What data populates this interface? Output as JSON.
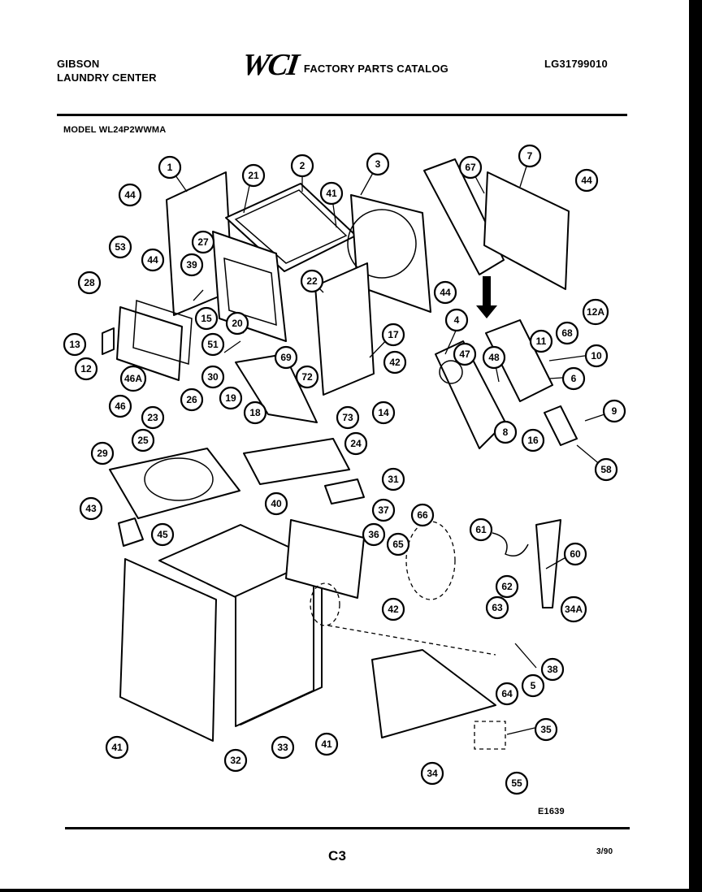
{
  "header": {
    "brand_line1": "GIBSON",
    "brand_line2": "LAUNDRY CENTER",
    "logo": "WCI",
    "catalog_title": "FACTORY PARTS CATALOG",
    "catalog_code": "LG31799010"
  },
  "model_line": "MODEL WL24P2WWMA",
  "diagram": {
    "callouts": [
      "1",
      "2",
      "3",
      "7",
      "67",
      "44",
      "21",
      "41",
      "44",
      "53",
      "44",
      "27",
      "39",
      "28",
      "22",
      "15",
      "20",
      "44",
      "4",
      "51",
      "69",
      "13",
      "17",
      "42",
      "47",
      "48",
      "11",
      "68",
      "12A",
      "12",
      "30",
      "72",
      "14",
      "73",
      "10",
      "6",
      "46A",
      "46",
      "23",
      "26",
      "19",
      "18",
      "8",
      "16",
      "9",
      "25",
      "24",
      "29",
      "58",
      "31",
      "40",
      "43",
      "37",
      "66",
      "61",
      "60",
      "45",
      "36",
      "65",
      "42",
      "62",
      "63",
      "34A",
      "5",
      "38",
      "64",
      "41",
      "32",
      "33",
      "41",
      "34",
      "35",
      "55"
    ],
    "label_code": "E1639"
  },
  "footer": {
    "page": "C3",
    "date": "3/90"
  }
}
